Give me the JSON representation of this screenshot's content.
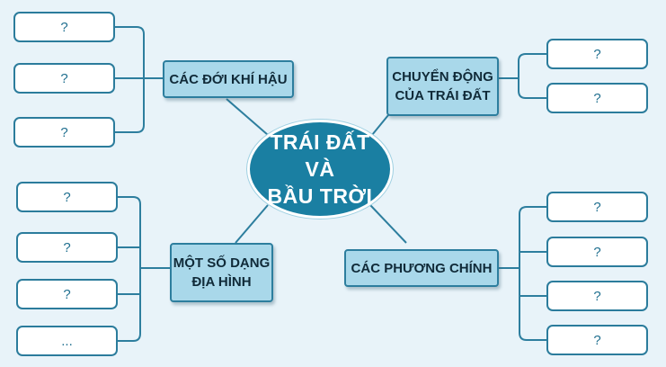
{
  "center": {
    "line1": "TRÁI ĐẤT",
    "line2": "VÀ",
    "line3": "BẦU TRỜI"
  },
  "topics": {
    "climate_zones": {
      "label": "CÁC ĐỚI KHÍ HẬU"
    },
    "earth_motion": {
      "line1": "CHUYỂN ĐỘNG",
      "line2": "CỦA TRÁI ĐẤT"
    },
    "landforms": {
      "line1": "MỘT SỐ DẠNG",
      "line2": "ĐỊA HÌNH"
    },
    "directions": {
      "label": "CÁC PHƯƠNG CHÍNH"
    }
  },
  "leaves": {
    "climate_zones": [
      "?",
      "?",
      "?"
    ],
    "earth_motion": [
      "?",
      "?"
    ],
    "landforms": [
      "?",
      "?",
      "?",
      "..."
    ],
    "directions": [
      "?",
      "?",
      "?",
      "?"
    ]
  },
  "colors": {
    "background": "#e8f3f9",
    "center_fill": "#1a7fa2",
    "topic_fill": "#a9d8ea",
    "border": "#2b7c9c",
    "line": "#2d7e9e"
  }
}
